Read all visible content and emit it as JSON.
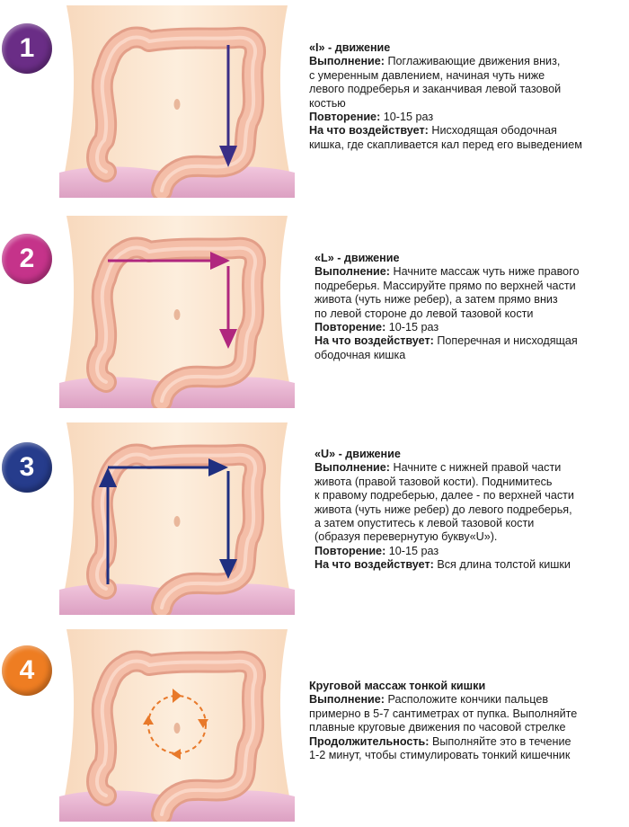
{
  "colors": {
    "badge1": "#6a2d86",
    "badge2": "#c5338a",
    "badge3": "#263c8c",
    "badge4": "#ee7d22",
    "arrow1": "#3a2e86",
    "arrow2": "#b0277e",
    "arrow3": "#1f2f80",
    "arrow4": "#e8792a",
    "skin": "#fde8d4",
    "colon": "#f0b49f",
    "hips": "#e7b0cf"
  },
  "steps": [
    {
      "number": "1",
      "title": "«I» - движение",
      "lines": [
        {
          "label": "Выполнение:",
          "text": " Поглаживающие движения вниз,"
        },
        {
          "label": "",
          "text": "с умеренным давлением, начиная чуть ниже"
        },
        {
          "label": "",
          "text": "левого подреберья и заканчивая левой тазовой"
        },
        {
          "label": "",
          "text": "костью"
        },
        {
          "label": "Повторение:",
          "text": " 10-15 раз"
        },
        {
          "label": "На что воздействует:",
          "text": " Нисходящая ободочная"
        },
        {
          "label": "",
          "text": "кишка, где скапливается кал перед его выведением"
        }
      ]
    },
    {
      "number": "2",
      "title": "«L» - движение",
      "lines": [
        {
          "label": "Выполнение:",
          "text": " Начните массаж чуть ниже правого"
        },
        {
          "label": "",
          "text": "подреберья. Массируйте прямо по верхней части"
        },
        {
          "label": "",
          "text": "живота (чуть ниже ребер), а затем прямо вниз"
        },
        {
          "label": "",
          "text": "по левой стороне до левой тазовой кости"
        },
        {
          "label": "Повторение:",
          "text": " 10-15 раз"
        },
        {
          "label": "На что воздействует:",
          "text": " Поперечная и нисходящая"
        },
        {
          "label": "",
          "text": "ободочная кишка"
        }
      ]
    },
    {
      "number": "3",
      "title": "«U» - движение",
      "lines": [
        {
          "label": "Выполнение:",
          "text": " Начните с нижней правой части"
        },
        {
          "label": "",
          "text": "живота (правой тазовой кости). Поднимитесь"
        },
        {
          "label": "",
          "text": "к правому подреберью, далее - по верхней части"
        },
        {
          "label": "",
          "text": "живота (чуть ниже ребер) до левого подреберья,"
        },
        {
          "label": "",
          "text": "а затем опуститесь к левой тазовой кости"
        },
        {
          "label": "",
          "text": "(образуя перевернутую букву«U»)."
        },
        {
          "label": "Повторение:",
          "text": " 10-15 раз"
        },
        {
          "label": "На что воздействует:",
          "text": "  Вся длина толстой кишки"
        }
      ]
    },
    {
      "number": "4",
      "title": "Круговой массаж тонкой кишки",
      "lines": [
        {
          "label": "Выполнение:",
          "text": " Расположите кончики пальцев"
        },
        {
          "label": "",
          "text": "примерно в 5-7 сантиметрах от пупка. Выполняйте"
        },
        {
          "label": "",
          "text": "плавные круговые движения по часовой стрелке"
        },
        {
          "label": "Продолжительность:",
          "text": " Выполняйте это в течение"
        },
        {
          "label": "",
          "text": "1-2 минут, чтобы стимулировать тонкий кишечник"
        }
      ]
    }
  ]
}
